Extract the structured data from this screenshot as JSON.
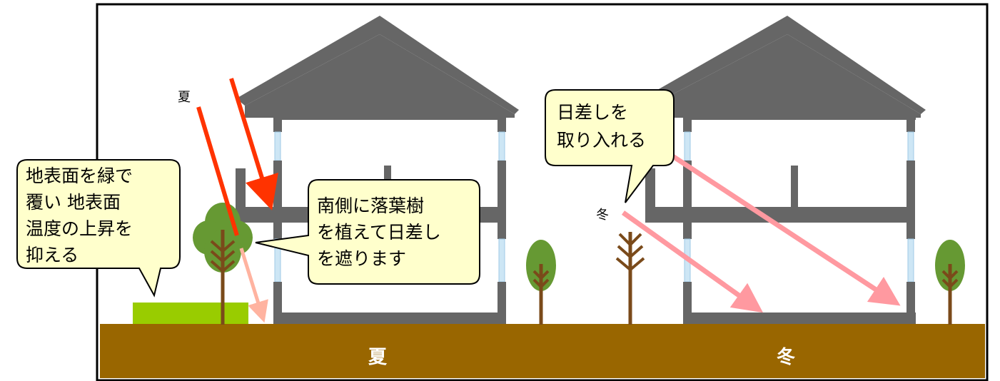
{
  "labels": {
    "summer_sun": "夏",
    "winter_sun": "冬",
    "ground_summer": "夏",
    "ground_winter": "冬"
  },
  "callouts": {
    "green_cover": "地表面を緑で\n覆い 地表面\n温度の上昇を\n抑える",
    "deciduous_tree": "南側に落葉樹\nを植えて日差し\nを遮ります",
    "sunlight_in": "日差しを\n取り入れる"
  },
  "colors": {
    "ground": "#996600",
    "roof": "#666666",
    "wall": "#666666",
    "window": "#cde6f5",
    "summer_ray": "#ff3300",
    "winter_ray": "#ff99a0",
    "summer_ray_faint": "#ffb3a0",
    "bubble_fill": "#ffffcc",
    "tree_foliage": "#669933",
    "tree_trunk": "#7a4a1a",
    "lawn": "#99cc00"
  },
  "icons": {
    "tree": "deciduous-tree-icon",
    "bare_tree": "bare-tree-icon"
  }
}
